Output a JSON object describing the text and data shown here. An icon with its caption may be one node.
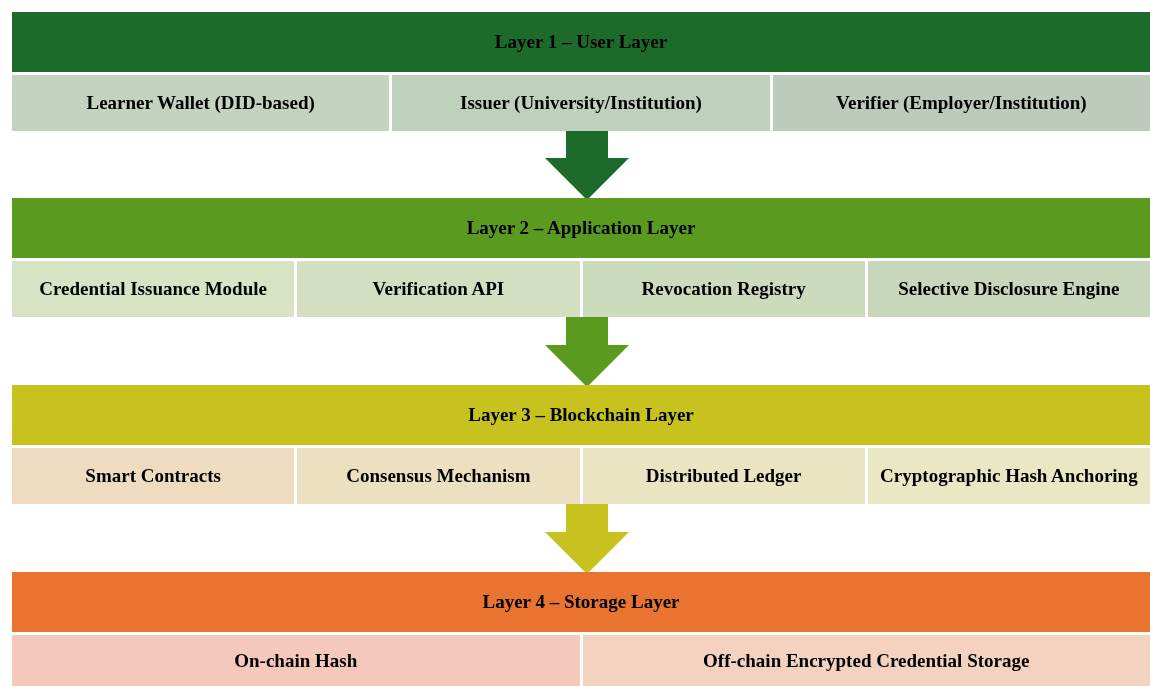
{
  "diagram": {
    "nodes": [
      {
        "text": [
          "Layer 1 – User Layer"
        ]
      },
      {
        "text": [
          "Learner Wallet (DID-based)"
        ],
        "in": 0
      },
      {
        "text": [
          "Issuer (University/Institution)"
        ],
        "in": 0
      },
      {
        "text": [
          "Verifier (Employer/Institution)"
        ],
        "in": 0
      },
      {
        "text": [
          "Layer 2 – Application Layer"
        ]
      },
      {
        "text": [
          "Credential Issuance Module"
        ],
        "in": 4
      },
      {
        "text": [
          "Verification API"
        ],
        "in": 4
      },
      {
        "text": [
          "Revocation Registry"
        ],
        "in": 4
      },
      {
        "text": [
          "Selective Disclosure Engine"
        ],
        "in": 4
      },
      {
        "text": [
          "Layer 3 – Blockchain Layer"
        ]
      },
      {
        "text": [
          "Smart Contracts"
        ],
        "in": 9
      },
      {
        "text": [
          "Consensus Mechanism"
        ],
        "in": 9
      },
      {
        "text": [
          "Distributed Ledger"
        ],
        "in": 9
      },
      {
        "text": [
          "Cryptographic Hash Anchoring"
        ],
        "in": 9
      },
      {
        "text": [
          "Layer 4 – Storage Layer"
        ]
      },
      {
        "text": [
          "On-chain Hash"
        ],
        "in": 14
      },
      {
        "text": [
          "Off-chain Encrypted Credential Storage"
        ],
        "in": 14
      }
    ],
    "edges": [
      {
        "from": 0,
        "to": 4,
        "arrow": "to",
        "color": "#1c6b2b"
      },
      {
        "from": 4,
        "to": 9,
        "arrow": "to",
        "color": "#5a9a1e"
      },
      {
        "from": 9,
        "to": 14,
        "arrow": "to",
        "color": "#c8c21e"
      }
    ]
  }
}
